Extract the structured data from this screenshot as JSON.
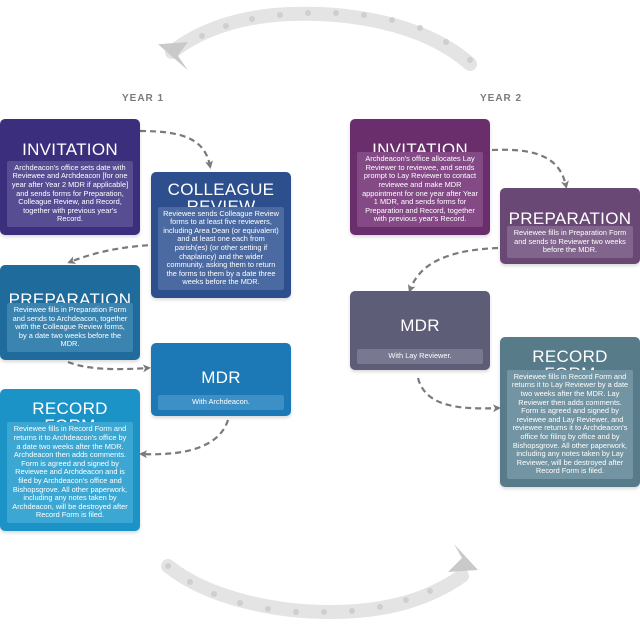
{
  "years": {
    "year1": "YEAR 1",
    "year2": "YEAR 2"
  },
  "year1": {
    "invitation": {
      "title": "INVITATION",
      "text": "Archdeacon's office sets date with Reviewee and Archdeacon [for one year after Year 2 MDR if applicable] and sends forms for Preparation, Colleague Review, and Record, together with previous year's Record."
    },
    "colleague_review": {
      "title_line1": "COLLEAGUE",
      "title_line2": "REVIEW",
      "text": "Reviewee sends Colleague Review forms to at least five reviewers, including Area Dean (or equivalent) and at least one each from parish(es) (or other setting if chaplaincy) and the wider community, asking them to return the forms to them by a date three weeks before the MDR."
    },
    "preparation": {
      "title": "PREPARATION",
      "text": "Reviewee fills in Preparation Form and sends to Archdeacon, together with the Colleague Review forms, by a date two weeks before the MDR."
    },
    "mdr": {
      "title": "MDR",
      "text": "With Archdeacon."
    },
    "record": {
      "title_line1": "RECORD",
      "title_line2": "FORM",
      "text": "Reviewee fills in Record Form and returns it to Archdeacon's office by a date two weeks after the MDR. Archdeacon then adds comments. Form is agreed and signed by Reviewee and Archdeacon and is filed by Archdeacon's office and Bishopsgrove. All other paperwork, including any notes taken by Archdeacon, will be destroyed after Record Form is filed."
    }
  },
  "year2": {
    "invitation": {
      "title": "INVITATION",
      "text": "Archdeacon's office allocates Lay Reviewer to reviewee, and sends prompt to Lay Reviewer to contact reviewee and make MDR appointment for one year after Year 1 MDR, and sends forms for Preparation and Record, together with previous year's Record."
    },
    "preparation": {
      "title": "PREPARATION",
      "text": "Reviewee fills in Preparation Form and sends to Reviewer two weeks before the MDR."
    },
    "mdr": {
      "title": "MDR",
      "text": "With Lay Reviewer."
    },
    "record": {
      "title_line1": "RECORD",
      "title_line2": "FORM",
      "text": "Reviewee fills in Record Form and returns it to Lay Reviewer by a date two weeks after the MDR. Lay Reviewer then adds comments. Form is agreed and signed by reviewee and Lay Reviewer, and reviewee returns it to Archdeacon's office for filing by office and by Bishopsgrove. All other paperwork, including any notes taken by Lay Reviewer, will be destroyed after Record Form is filed."
    }
  },
  "colors": {
    "y1_invitation": "#3b2f7d",
    "y1_colleague": "#2d4f8e",
    "y1_preparation": "#1f6b9c",
    "y1_mdr": "#1d79b5",
    "y1_record": "#1c93c7",
    "y2_invitation": "#6a2e6d",
    "y2_preparation": "#6a4876",
    "y2_mdr": "#5d5d78",
    "y2_record": "#587b8a",
    "arrow": "#7a7a7a",
    "cycle": "#e4e4e4"
  }
}
